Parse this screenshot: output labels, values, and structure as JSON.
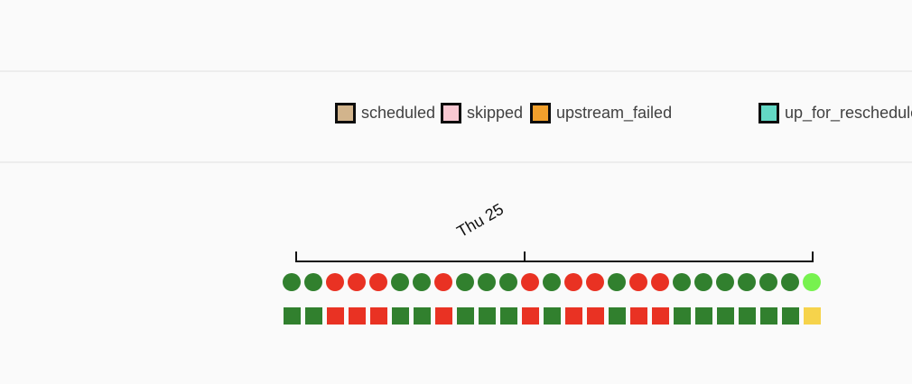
{
  "page": {
    "background": "#fafafa"
  },
  "legend": {
    "items": [
      {
        "label": "scheduled",
        "color": "#d2b48c"
      },
      {
        "label": "skipped",
        "color": "#f8c8d2"
      },
      {
        "label": "upstream_failed",
        "color": "#f1a02c"
      },
      {
        "label": "up_for_reschedule",
        "color": "#63d8c5"
      }
    ]
  },
  "timeline": {
    "tick_label": "Thu 25"
  },
  "grid": {
    "state_colors": {
      "success": "#31802e",
      "failed": "#e93223",
      "running": "#77f24f",
      "up_for_retry": "#f6d34b"
    },
    "dag_runs": [
      "success",
      "success",
      "failed",
      "failed",
      "failed",
      "success",
      "success",
      "failed",
      "success",
      "success",
      "success",
      "failed",
      "success",
      "failed",
      "failed",
      "success",
      "failed",
      "failed",
      "success",
      "success",
      "success",
      "success",
      "success",
      "success",
      "running"
    ],
    "task_instances": [
      "success",
      "success",
      "failed",
      "failed",
      "failed",
      "success",
      "success",
      "failed",
      "success",
      "success",
      "success",
      "failed",
      "success",
      "failed",
      "failed",
      "success",
      "failed",
      "failed",
      "success",
      "success",
      "success",
      "success",
      "success",
      "success",
      "up_for_retry"
    ]
  }
}
